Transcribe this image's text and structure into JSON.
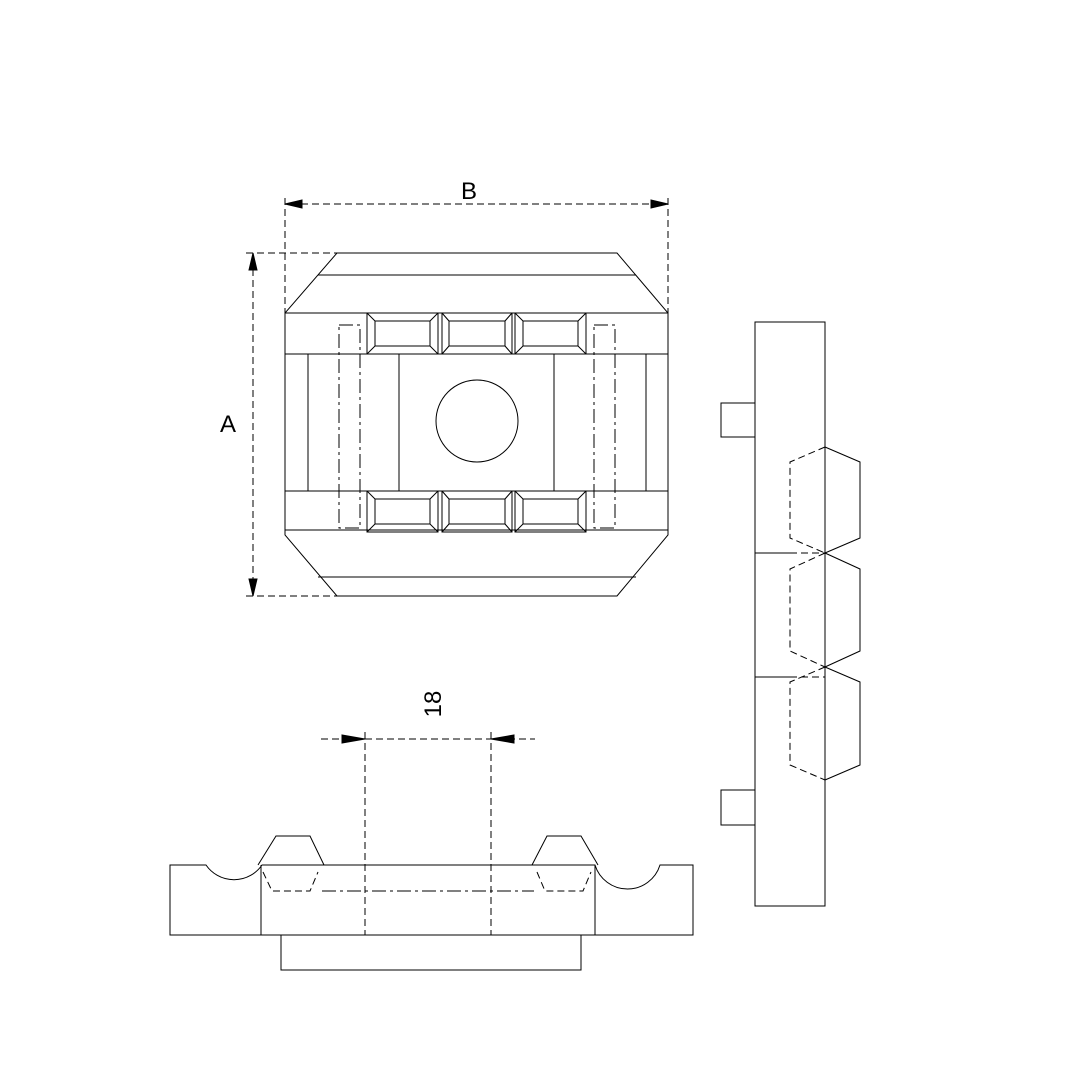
{
  "dimensions": {
    "width_label": "B",
    "height_label": "A",
    "slot_label": "18"
  },
  "colors": {
    "line": "#000000",
    "background": "#ffffff"
  }
}
